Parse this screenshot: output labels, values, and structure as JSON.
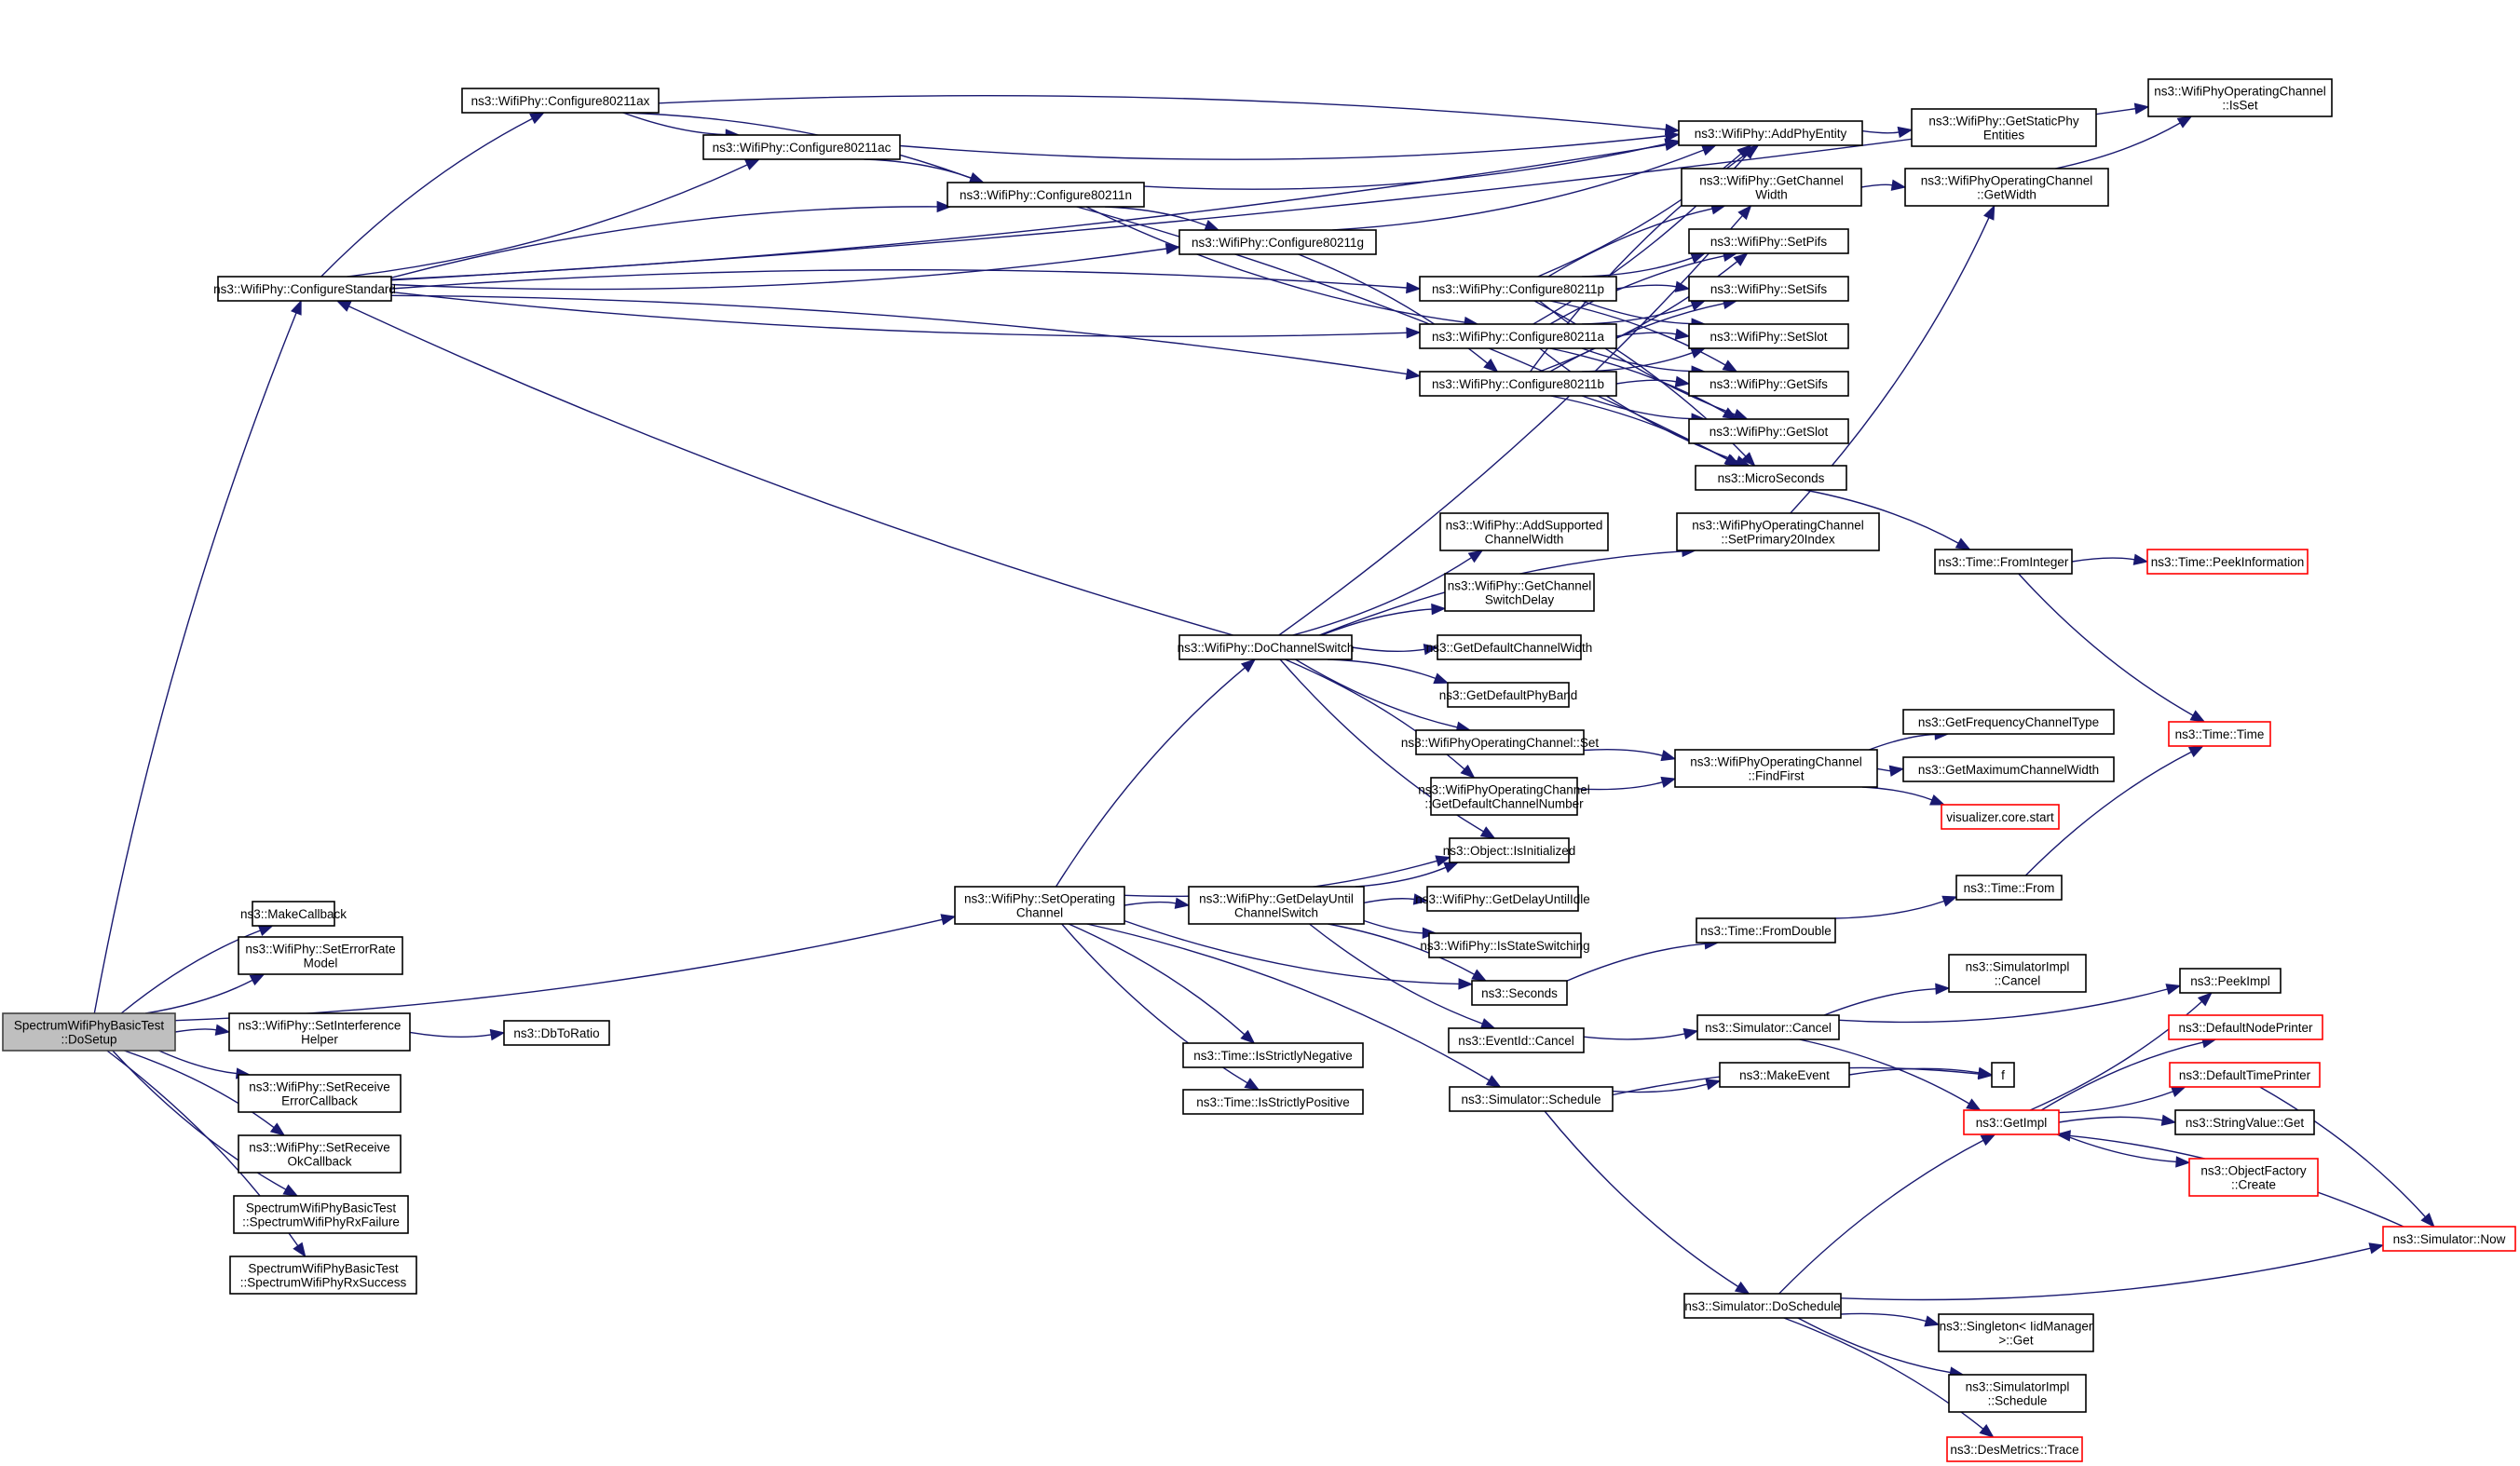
{
  "diagram": {
    "title": "SpectrumWifiPhyBasicTest::DoSetup call graph",
    "colors": {
      "edge": "#191970",
      "root_fill": "#bfbfbf",
      "node_border": "#000000",
      "external_border": "#ff0000"
    },
    "nodes": [
      {
        "id": "root",
        "lines": [
          "SpectrumWifiPhyBasicTest",
          "::DoSetup"
        ],
        "kind": "root"
      },
      {
        "id": "configureStandard",
        "lines": [
          "ns3::WifiPhy::ConfigureStandard"
        ]
      },
      {
        "id": "c80211ax",
        "lines": [
          "ns3::WifiPhy::Configure80211ax"
        ]
      },
      {
        "id": "c80211ac",
        "lines": [
          "ns3::WifiPhy::Configure80211ac"
        ]
      },
      {
        "id": "c80211n",
        "lines": [
          "ns3::WifiPhy::Configure80211n"
        ]
      },
      {
        "id": "c80211g",
        "lines": [
          "ns3::WifiPhy::Configure80211g"
        ]
      },
      {
        "id": "c80211p",
        "lines": [
          "ns3::WifiPhy::Configure80211p"
        ]
      },
      {
        "id": "c80211a",
        "lines": [
          "ns3::WifiPhy::Configure80211a"
        ]
      },
      {
        "id": "c80211b",
        "lines": [
          "ns3::WifiPhy::Configure80211b"
        ]
      },
      {
        "id": "addPhyEntity",
        "lines": [
          "ns3::WifiPhy::AddPhyEntity"
        ]
      },
      {
        "id": "getStaticPhy",
        "lines": [
          "ns3::WifiPhy::GetStaticPhy",
          "Entities"
        ]
      },
      {
        "id": "isSet",
        "lines": [
          "ns3::WifiPhyOperatingChannel",
          "::IsSet"
        ]
      },
      {
        "id": "getChannelWidth",
        "lines": [
          "ns3::WifiPhy::GetChannel",
          "Width"
        ]
      },
      {
        "id": "getWidth",
        "lines": [
          "ns3::WifiPhyOperatingChannel",
          "::GetWidth"
        ]
      },
      {
        "id": "setPifs",
        "lines": [
          "ns3::WifiPhy::SetPifs"
        ]
      },
      {
        "id": "setSifs",
        "lines": [
          "ns3::WifiPhy::SetSifs"
        ]
      },
      {
        "id": "setSlot",
        "lines": [
          "ns3::WifiPhy::SetSlot"
        ]
      },
      {
        "id": "getSifs",
        "lines": [
          "ns3::WifiPhy::GetSifs"
        ]
      },
      {
        "id": "getSlot",
        "lines": [
          "ns3::WifiPhy::GetSlot"
        ]
      },
      {
        "id": "microSeconds",
        "lines": [
          "ns3::MicroSeconds"
        ]
      },
      {
        "id": "setPrimary20",
        "lines": [
          "ns3::WifiPhyOperatingChannel",
          "::SetPrimary20Index"
        ]
      },
      {
        "id": "fromInteger",
        "lines": [
          "ns3::Time::FromInteger"
        ]
      },
      {
        "id": "peekInformation",
        "lines": [
          "ns3::Time::PeekInformation"
        ],
        "kind": "ext"
      },
      {
        "id": "timeTime",
        "lines": [
          "ns3::Time::Time"
        ],
        "kind": "ext"
      },
      {
        "id": "addSupported",
        "lines": [
          "ns3::WifiPhy::AddSupported",
          "ChannelWidth"
        ]
      },
      {
        "id": "getSwitchDelay",
        "lines": [
          "ns3::WifiPhy::GetChannel",
          "SwitchDelay"
        ]
      },
      {
        "id": "doChannelSwitch",
        "lines": [
          "ns3::WifiPhy::DoChannelSwitch"
        ]
      },
      {
        "id": "getDefaultChannelWidth",
        "lines": [
          "ns3::GetDefaultChannelWidth"
        ]
      },
      {
        "id": "getDefaultPhyBand",
        "lines": [
          "ns3::GetDefaultPhyBand"
        ]
      },
      {
        "id": "wocSet",
        "lines": [
          "ns3::WifiPhyOperatingChannel::Set"
        ]
      },
      {
        "id": "getDefaultChannelNumber",
        "lines": [
          "ns3::WifiPhyOperatingChannel",
          "::GetDefaultChannelNumber"
        ]
      },
      {
        "id": "findFirst",
        "lines": [
          "ns3::WifiPhyOperatingChannel",
          "::FindFirst"
        ]
      },
      {
        "id": "getFreqType",
        "lines": [
          "ns3::GetFrequencyChannelType"
        ]
      },
      {
        "id": "getMaxWidth",
        "lines": [
          "ns3::GetMaximumChannelWidth"
        ]
      },
      {
        "id": "vizStart",
        "lines": [
          "visualizer.core.start"
        ],
        "kind": "ext"
      },
      {
        "id": "isInitialized",
        "lines": [
          "ns3::Object::IsInitialized"
        ]
      },
      {
        "id": "makeCallback",
        "lines": [
          "ns3::MakeCallback"
        ]
      },
      {
        "id": "setErrorRate",
        "lines": [
          "ns3::WifiPhy::SetErrorRate",
          "Model"
        ]
      },
      {
        "id": "setInterference",
        "lines": [
          "ns3::WifiPhy::SetInterference",
          "Helper"
        ]
      },
      {
        "id": "dbToRatio",
        "lines": [
          "ns3::DbToRatio"
        ]
      },
      {
        "id": "setRxError",
        "lines": [
          "ns3::WifiPhy::SetReceive",
          "ErrorCallback"
        ]
      },
      {
        "id": "setRxOk",
        "lines": [
          "ns3::WifiPhy::SetReceive",
          "OkCallback"
        ]
      },
      {
        "id": "rxFailure",
        "lines": [
          "SpectrumWifiPhyBasicTest",
          "::SpectrumWifiPhyRxFailure"
        ]
      },
      {
        "id": "rxSuccess",
        "lines": [
          "SpectrumWifiPhyBasicTest",
          "::SpectrumWifiPhyRxSuccess"
        ]
      },
      {
        "id": "setOperating",
        "lines": [
          "ns3::WifiPhy::SetOperating",
          "Channel"
        ]
      },
      {
        "id": "getDelayUntil",
        "lines": [
          "ns3::WifiPhy::GetDelayUntil",
          "ChannelSwitch"
        ]
      },
      {
        "id": "getDelayIdle",
        "lines": [
          "ns3::WifiPhy::GetDelayUntilIdle"
        ]
      },
      {
        "id": "isStateSwitching",
        "lines": [
          "ns3::WifiPhy::IsStateSwitching"
        ]
      },
      {
        "id": "seconds",
        "lines": [
          "ns3::Seconds"
        ]
      },
      {
        "id": "fromDouble",
        "lines": [
          "ns3::Time::FromDouble"
        ]
      },
      {
        "id": "timeFrom",
        "lines": [
          "ns3::Time::From"
        ]
      },
      {
        "id": "eventCancel",
        "lines": [
          "ns3::EventId::Cancel"
        ]
      },
      {
        "id": "simCancel",
        "lines": [
          "ns3::Simulator::Cancel"
        ]
      },
      {
        "id": "simImplCancel",
        "lines": [
          "ns3::SimulatorImpl",
          "::Cancel"
        ]
      },
      {
        "id": "isStrictlyNeg",
        "lines": [
          "ns3::Time::IsStrictlyNegative"
        ]
      },
      {
        "id": "isStrictlyPos",
        "lines": [
          "ns3::Time::IsStrictlyPositive"
        ]
      },
      {
        "id": "simSchedule",
        "lines": [
          "ns3::Simulator::Schedule"
        ]
      },
      {
        "id": "makeEvent",
        "lines": [
          "ns3::MakeEvent"
        ]
      },
      {
        "id": "f",
        "lines": [
          "f"
        ]
      },
      {
        "id": "getImpl",
        "lines": [
          "ns3::GetImpl"
        ],
        "kind": "ext"
      },
      {
        "id": "peekImpl",
        "lines": [
          "ns3::PeekImpl"
        ]
      },
      {
        "id": "defaultNodePrinter",
        "lines": [
          "ns3::DefaultNodePrinter"
        ],
        "kind": "ext"
      },
      {
        "id": "defaultTimePrinter",
        "lines": [
          "ns3::DefaultTimePrinter"
        ],
        "kind": "ext"
      },
      {
        "id": "stringValueGet",
        "lines": [
          "ns3::StringValue::Get"
        ]
      },
      {
        "id": "objFactoryCreate",
        "lines": [
          "ns3::ObjectFactory",
          "::Create"
        ],
        "kind": "ext"
      },
      {
        "id": "simNow",
        "lines": [
          "ns3::Simulator::Now"
        ],
        "kind": "ext"
      },
      {
        "id": "doSchedule",
        "lines": [
          "ns3::Simulator::DoSchedule"
        ]
      },
      {
        "id": "singletonGet",
        "lines": [
          "ns3::Singleton< IidManager",
          "  >::Get"
        ]
      },
      {
        "id": "simImplSchedule",
        "lines": [
          "ns3::SimulatorImpl",
          "::Schedule"
        ]
      },
      {
        "id": "desMetricsTrace",
        "lines": [
          "ns3::DesMetrics::Trace"
        ],
        "kind": "ext"
      }
    ],
    "edges": [
      [
        "root",
        "configureStandard"
      ],
      [
        "root",
        "setOperating"
      ],
      [
        "root",
        "makeCallback"
      ],
      [
        "root",
        "setErrorRate"
      ],
      [
        "root",
        "setInterference"
      ],
      [
        "root",
        "setRxError"
      ],
      [
        "root",
        "setRxOk"
      ],
      [
        "root",
        "rxFailure"
      ],
      [
        "root",
        "rxSuccess"
      ],
      [
        "configureStandard",
        "isSet"
      ],
      [
        "configureStandard",
        "c80211ax"
      ],
      [
        "configureStandard",
        "c80211ac"
      ],
      [
        "configureStandard",
        "c80211n"
      ],
      [
        "configureStandard",
        "c80211g"
      ],
      [
        "configureStandard",
        "c80211p"
      ],
      [
        "configureStandard",
        "c80211a"
      ],
      [
        "configureStandard",
        "c80211b"
      ],
      [
        "configureStandard",
        "addPhyEntity"
      ],
      [
        "c80211ax",
        "addPhyEntity"
      ],
      [
        "c80211ax",
        "c80211ac"
      ],
      [
        "c80211ax",
        "c80211n"
      ],
      [
        "c80211ac",
        "addPhyEntity"
      ],
      [
        "c80211ac",
        "c80211n"
      ],
      [
        "c80211n",
        "addPhyEntity"
      ],
      [
        "c80211n",
        "c80211g"
      ],
      [
        "c80211n",
        "c80211a"
      ],
      [
        "c80211n",
        "microSeconds"
      ],
      [
        "c80211g",
        "addPhyEntity"
      ],
      [
        "c80211g",
        "c80211b"
      ],
      [
        "c80211p",
        "addPhyEntity"
      ],
      [
        "c80211p",
        "getChannelWidth"
      ],
      [
        "c80211p",
        "setPifs"
      ],
      [
        "c80211p",
        "setSifs"
      ],
      [
        "c80211p",
        "setSlot"
      ],
      [
        "c80211p",
        "getSifs"
      ],
      [
        "c80211p",
        "getSlot"
      ],
      [
        "c80211p",
        "microSeconds"
      ],
      [
        "c80211a",
        "addPhyEntity"
      ],
      [
        "c80211a",
        "setPifs"
      ],
      [
        "c80211a",
        "setSifs"
      ],
      [
        "c80211a",
        "setSlot"
      ],
      [
        "c80211a",
        "getSifs"
      ],
      [
        "c80211a",
        "getSlot"
      ],
      [
        "c80211a",
        "microSeconds"
      ],
      [
        "c80211b",
        "addPhyEntity"
      ],
      [
        "c80211b",
        "setPifs"
      ],
      [
        "c80211b",
        "setSifs"
      ],
      [
        "c80211b",
        "setSlot"
      ],
      [
        "c80211b",
        "getSifs"
      ],
      [
        "c80211b",
        "getSlot"
      ],
      [
        "c80211b",
        "microSeconds"
      ],
      [
        "addPhyEntity",
        "getStaticPhy"
      ],
      [
        "getChannelWidth",
        "getWidth"
      ],
      [
        "getWidth",
        "isSet"
      ],
      [
        "microSeconds",
        "fromInteger"
      ],
      [
        "setPrimary20",
        "getWidth"
      ],
      [
        "fromInteger",
        "peekInformation"
      ],
      [
        "fromInteger",
        "timeTime"
      ],
      [
        "doChannelSwitch",
        "configureStandard"
      ],
      [
        "doChannelSwitch",
        "getChannelWidth"
      ],
      [
        "doChannelSwitch",
        "setPrimary20"
      ],
      [
        "doChannelSwitch",
        "addSupported"
      ],
      [
        "doChannelSwitch",
        "getSwitchDelay"
      ],
      [
        "doChannelSwitch",
        "getDefaultChannelWidth"
      ],
      [
        "doChannelSwitch",
        "getDefaultPhyBand"
      ],
      [
        "doChannelSwitch",
        "wocSet"
      ],
      [
        "doChannelSwitch",
        "getDefaultChannelNumber"
      ],
      [
        "doChannelSwitch",
        "isInitialized"
      ],
      [
        "wocSet",
        "findFirst"
      ],
      [
        "getDefaultChannelNumber",
        "findFirst"
      ],
      [
        "findFirst",
        "getFreqType"
      ],
      [
        "findFirst",
        "getMaxWidth"
      ],
      [
        "findFirst",
        "vizStart"
      ],
      [
        "setInterference",
        "dbToRatio"
      ],
      [
        "setOperating",
        "doChannelSwitch"
      ],
      [
        "setOperating",
        "isInitialized"
      ],
      [
        "setOperating",
        "getDelayUntil"
      ],
      [
        "setOperating",
        "seconds"
      ],
      [
        "setOperating",
        "isStrictlyNeg"
      ],
      [
        "setOperating",
        "isStrictlyPos"
      ],
      [
        "setOperating",
        "simSchedule"
      ],
      [
        "getDelayUntil",
        "isInitialized"
      ],
      [
        "getDelayUntil",
        "getDelayIdle"
      ],
      [
        "getDelayUntil",
        "isStateSwitching"
      ],
      [
        "getDelayUntil",
        "seconds"
      ],
      [
        "getDelayUntil",
        "eventCancel"
      ],
      [
        "seconds",
        "fromDouble"
      ],
      [
        "fromDouble",
        "timeFrom"
      ],
      [
        "timeFrom",
        "timeTime"
      ],
      [
        "eventCancel",
        "simCancel"
      ],
      [
        "simCancel",
        "simImplCancel"
      ],
      [
        "simCancel",
        "peekImpl"
      ],
      [
        "simCancel",
        "getImpl"
      ],
      [
        "simSchedule",
        "makeEvent"
      ],
      [
        "simSchedule",
        "f"
      ],
      [
        "simSchedule",
        "doSchedule"
      ],
      [
        "makeEvent",
        "f"
      ],
      [
        "getImpl",
        "peekImpl"
      ],
      [
        "getImpl",
        "defaultNodePrinter"
      ],
      [
        "getImpl",
        "defaultTimePrinter"
      ],
      [
        "getImpl",
        "stringValueGet"
      ],
      [
        "getImpl",
        "objFactoryCreate"
      ],
      [
        "defaultTimePrinter",
        "simNow"
      ],
      [
        "simNow",
        "getImpl"
      ],
      [
        "doSchedule",
        "getImpl"
      ],
      [
        "doSchedule",
        "simNow"
      ],
      [
        "doSchedule",
        "singletonGet"
      ],
      [
        "doSchedule",
        "simImplSchedule"
      ],
      [
        "doSchedule",
        "desMetricsTrace"
      ]
    ]
  }
}
